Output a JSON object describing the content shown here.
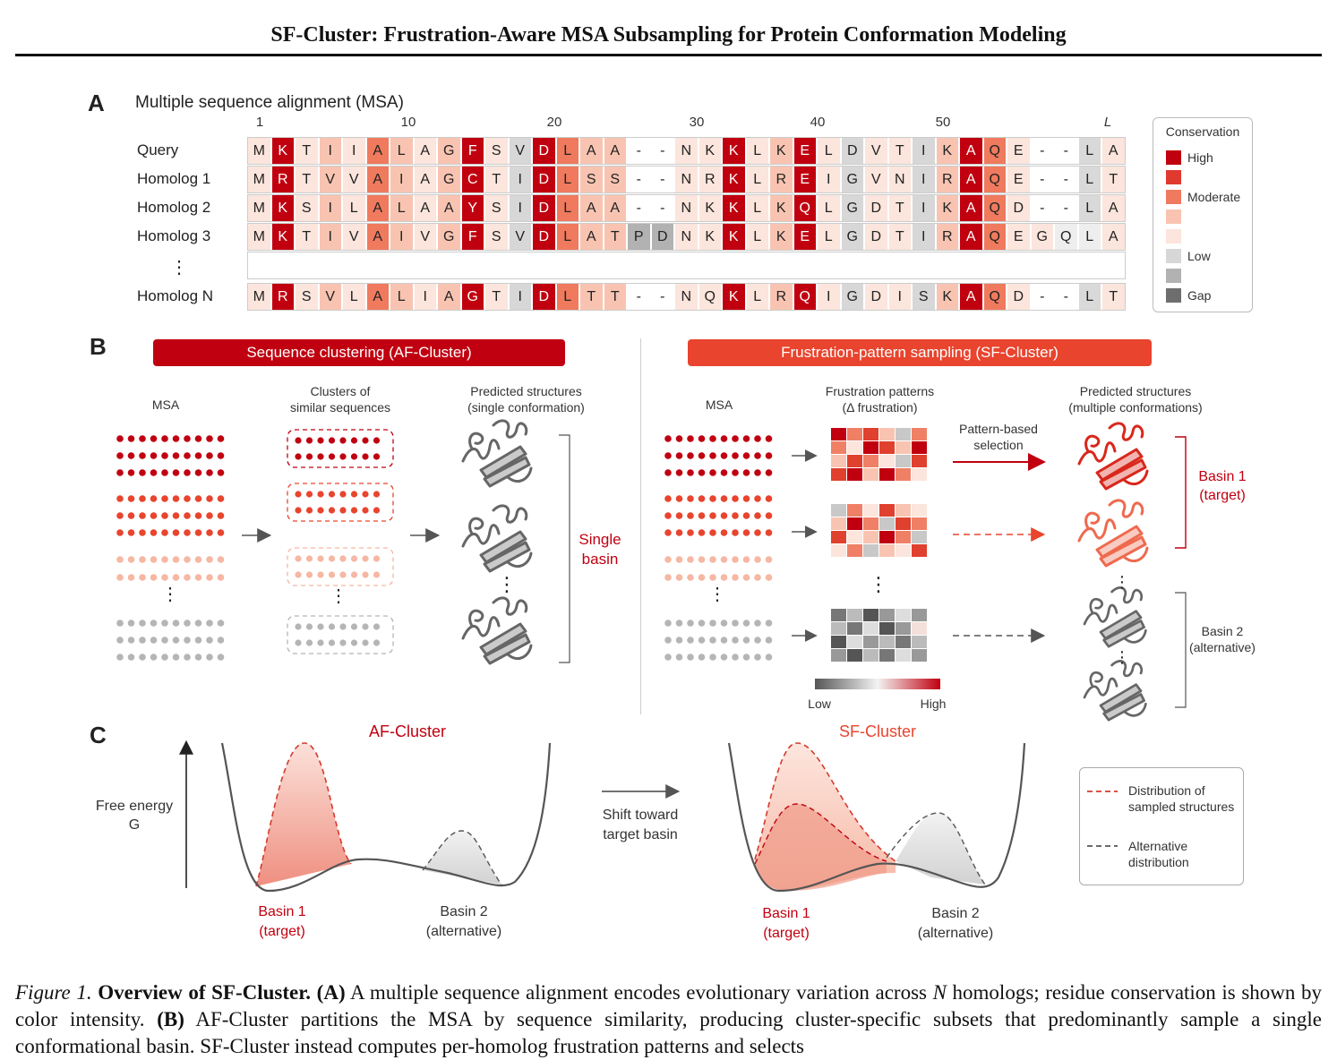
{
  "header": {
    "title": "SF-Cluster: Frustration-Aware MSA Subsampling for Protein Conformation Modeling"
  },
  "panelA": {
    "letter": "A",
    "title": "Multiple sequence alignment (MSA)",
    "positions": [
      "1",
      "10",
      "20",
      "30",
      "40",
      "50",
      "L"
    ],
    "rows": [
      {
        "label": "Query",
        "seq": "MKTIIALAGFSVDLAA--NKKLKELDVTIKAQE--LA"
      },
      {
        "label": "Homolog 1",
        "seq": "MRTVVAIAGCTIDLSS--NRKLREIGVNIRAQE--LT"
      },
      {
        "label": "Homolog 2",
        "seq": "MKSILALAAYSIDLAA--NKKLKQLGDTIKAQD--LA"
      },
      {
        "label": "Homolog 3",
        "seq": "MKTIVAIVGFSVDLATPDNKKLKELGDTIRAQEGQLA"
      },
      {
        "label": "⋮",
        "seq": ""
      },
      {
        "label": "Homolog N",
        "seq": "MRSVLALIAGTIDLTT--NQKLRQIGDISKAQD--LT"
      }
    ],
    "legend": {
      "title": "Conservation",
      "items": [
        {
          "label": "High",
          "color": "#c0000f"
        },
        {
          "label": "",
          "color": "#e03a2e"
        },
        {
          "label": "Moderate",
          "color": "#ef7a5e"
        },
        {
          "label": "",
          "color": "#f8c4b1"
        },
        {
          "label": "",
          "color": "#fbe5dc"
        },
        {
          "label": "Low",
          "color": "#d7d7d7"
        },
        {
          "label": "",
          "color": "#b2b2b2"
        },
        {
          "label": "Gap",
          "color": "#6e6e6e"
        }
      ]
    }
  },
  "panelB": {
    "letter": "B",
    "left": {
      "banner": "Sequence clustering (AF-Cluster)",
      "col_msa": "MSA",
      "col_clusters": "Clusters of\nsimilar sequences",
      "col_pred": "Predicted structures\n(single conformation)",
      "basin_label": "Single\nbasin"
    },
    "right": {
      "banner": "Frustration-pattern sampling (SF-Cluster)",
      "col_msa": "MSA",
      "col_patterns": "Frustration patterns\n(Δ frustration)",
      "col_pred": "Predicted structures\n(multiple conformations)",
      "selection": "Pattern-based\nselection",
      "basin1": "Basin 1\n(target)",
      "basin2": "Basin 2\n(alternative)",
      "scale_low": "Low",
      "scale_high": "High"
    },
    "colors": {
      "red": "#c00010",
      "orange": "#e8442e",
      "light": "#f6b7a3",
      "gray": "#b5b5b5"
    }
  },
  "panelC": {
    "letter": "C",
    "yaxis": "Free energy\nG",
    "left_title": "AF-Cluster",
    "right_title": "SF-Cluster",
    "shift": "Shift toward\ntarget basin",
    "basin1": "Basin 1\n(target)",
    "basin2": "Basin 2\n(alternative)",
    "legend": {
      "dist": "Distribution of\nsampled structures",
      "alt": "Alternative\ndistribution"
    }
  },
  "caption": {
    "fig": "Figure 1.",
    "bold_title": "Overview of SF-Cluster.",
    "a_tag": "(A)",
    "a_text": "A multiple sequence alignment encodes evolutionary variation across",
    "a_var": "N",
    "a_text2": "homologs; residue conservation is shown by color intensity.",
    "b_tag": "(B)",
    "b_text": "AF-Cluster partitions the MSA by sequence similarity, producing cluster-specific subsets that predominantly sample a single conformational basin. SF-Cluster instead computes per-homolog frustration patterns and selects"
  }
}
